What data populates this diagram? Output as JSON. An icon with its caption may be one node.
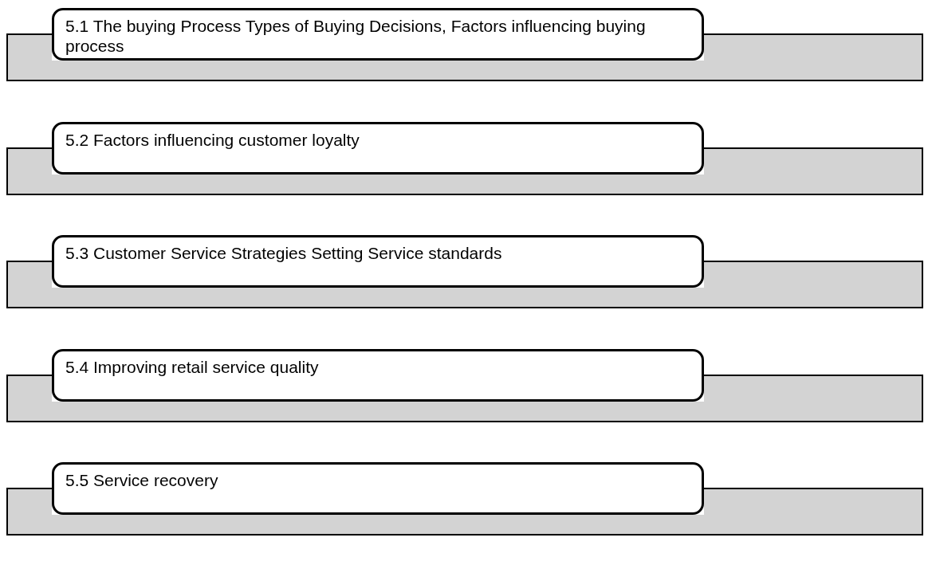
{
  "diagram": {
    "nodes": [
      {
        "text": [
          "5.1 The buying Process Types of Buying Decisions, Factors influencing buying process"
        ]
      },
      {
        "text": [],
        "shape": "bar"
      },
      {
        "text": [
          "5.2 Factors influencing customer loyalty"
        ]
      },
      {
        "text": [],
        "shape": "bar"
      },
      {
        "text": [
          "5.3 Customer Service Strategies Setting Service standards"
        ]
      },
      {
        "text": [],
        "shape": "bar"
      },
      {
        "text": [
          "5.4 Improving retail service quality"
        ]
      },
      {
        "text": [],
        "shape": "bar"
      },
      {
        "text": [
          "5.5 Service recovery"
        ]
      },
      {
        "text": [],
        "shape": "bar"
      }
    ]
  }
}
